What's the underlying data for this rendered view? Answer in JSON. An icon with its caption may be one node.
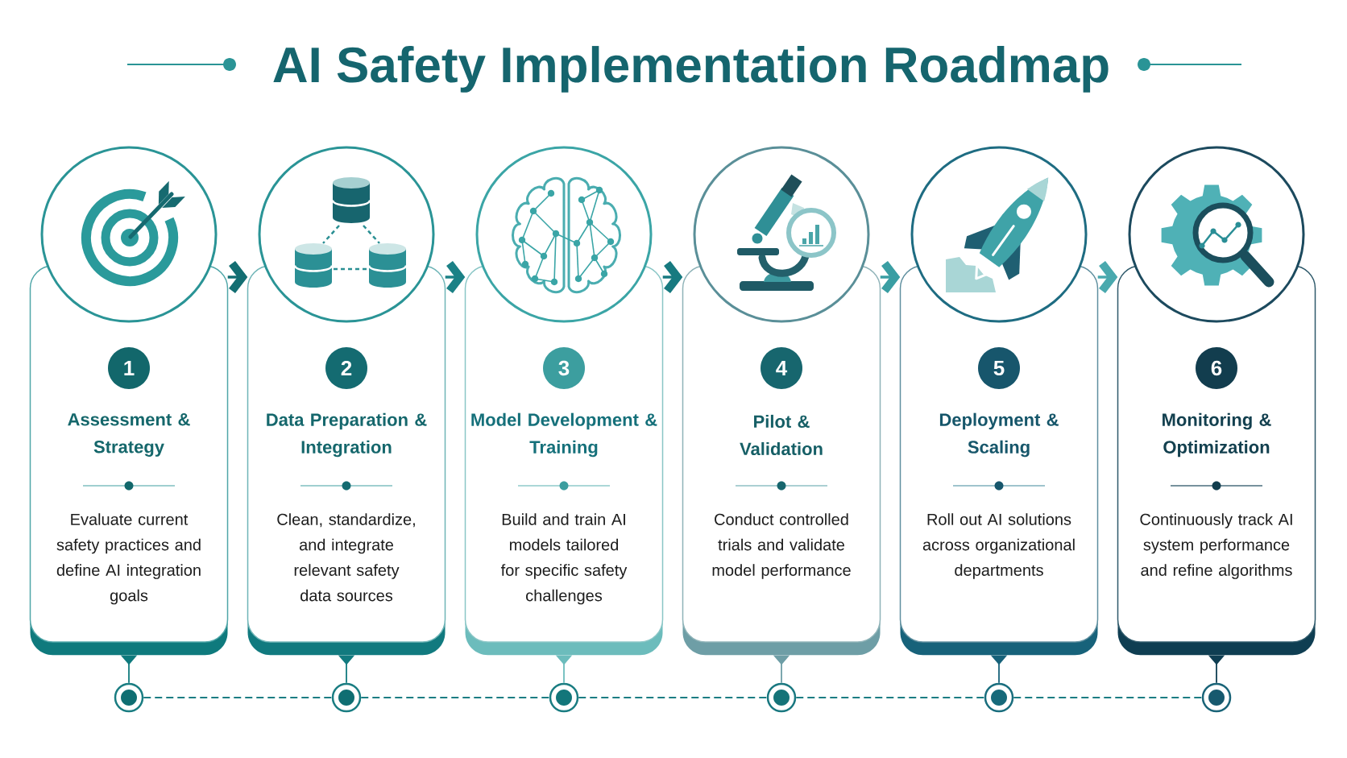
{
  "diagram": {
    "title": "AI Safety Implementation Roadmap",
    "nodes": [
      {
        "text": [
          "Assessment & Strategy",
          "Evaluate current safety practices and define AI integration goals"
        ]
      },
      {
        "text": [
          "1"
        ],
        "in": 0
      },
      {
        "text": [
          "Data Preparation & Integration",
          "Clean, standardize, and integrate relevant safety data sources"
        ]
      },
      {
        "text": [
          "2"
        ],
        "in": 2
      },
      {
        "text": [
          "Model Development & Training",
          "Build and train AI models tailored for specific safety challenges"
        ]
      },
      {
        "text": [
          "3"
        ],
        "in": 4
      },
      {
        "text": [
          "Pilot & Validation",
          "Conduct controlled trials and validate model performance"
        ]
      },
      {
        "text": [
          "4"
        ],
        "in": 6
      },
      {
        "text": [
          "Deployment & Scaling",
          "Roll out AI solutions across organizational departments"
        ]
      },
      {
        "text": [
          "5"
        ],
        "in": 8
      },
      {
        "text": [
          "Monitoring & Optimization",
          "Continuously track AI system performance and refine algorithms"
        ]
      },
      {
        "text": [
          "6"
        ],
        "in": 10
      },
      {
        "text": [],
        "shape": "circle"
      },
      {
        "text": [],
        "shape": "circle"
      },
      {
        "text": [],
        "shape": "circle"
      },
      {
        "text": [],
        "shape": "circle"
      },
      {
        "text": [],
        "shape": "circle"
      },
      {
        "text": [],
        "shape": "circle"
      }
    ],
    "edges": [
      {
        "from": 0,
        "to": 2,
        "arrow": "to",
        "style": "thick",
        "color": "#136e72"
      },
      {
        "from": 2,
        "to": 4,
        "arrow": "to",
        "style": "thick",
        "color": "#1b8186"
      },
      {
        "from": 4,
        "to": 6,
        "arrow": "to",
        "style": "thick",
        "color": "#177a80"
      },
      {
        "from": 6,
        "to": 8,
        "arrow": "to",
        "style": "thick",
        "color": "#3a9ea3"
      },
      {
        "from": 8,
        "to": 10,
        "arrow": "to",
        "style": "thick",
        "color": "#4aa9ae"
      },
      {
        "from": 0,
        "to": 12,
        "arrow": "to",
        "color": "#0f7a7d"
      },
      {
        "from": 2,
        "to": 13,
        "arrow": "to",
        "color": "#117a7f"
      },
      {
        "from": 4,
        "to": 14,
        "arrow": "to",
        "color": "#6cbcbc"
      },
      {
        "from": 6,
        "to": 15,
        "arrow": "to",
        "color": "#6e9ea6"
      },
      {
        "from": 8,
        "to": 16,
        "arrow": "to",
        "color": "#17627a"
      },
      {
        "from": 10,
        "to": 17,
        "arrow": "to",
        "color": "#0f3e52"
      },
      {
        "from": 12,
        "to": 13,
        "arrow": "none",
        "style": "dashed"
      },
      {
        "from": 13,
        "to": 14,
        "arrow": "none",
        "style": "dashed"
      },
      {
        "from": 14,
        "to": 15,
        "arrow": "none",
        "style": "dashed"
      },
      {
        "from": 15,
        "to": 16,
        "arrow": "none",
        "style": "dashed"
      },
      {
        "from": 16,
        "to": 17,
        "arrow": "none",
        "style": "dashed"
      }
    ]
  }
}
